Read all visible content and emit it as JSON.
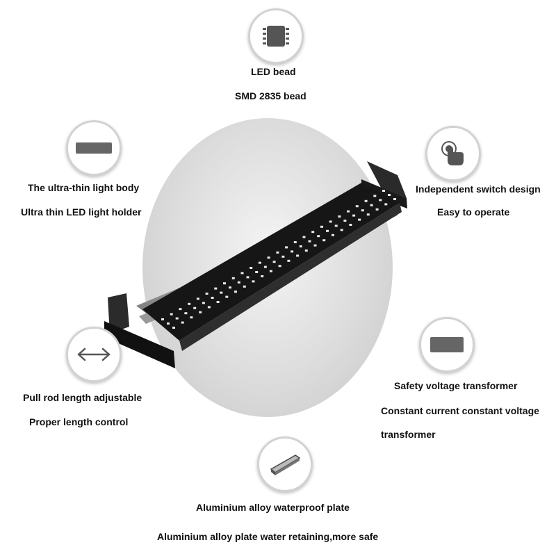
{
  "features": {
    "led_bead": {
      "title": "LED bead",
      "subtitle": "SMD 2835 bead",
      "icon": "led-chip-icon"
    },
    "light_body": {
      "title": "The ultra-thin light body",
      "subtitle": "Ultra thin LED light holder",
      "icon": "thin-bar-icon"
    },
    "switch": {
      "title": "Independent switch design",
      "subtitle": "Easy to operate",
      "icon": "finger-press-icon"
    },
    "pull_rod": {
      "title": "Pull rod length adjustable",
      "subtitle": "Proper length control",
      "icon": "double-arrow-icon"
    },
    "transformer": {
      "title": "Safety voltage transformer",
      "subtitle_line1": "Constant current constant voltage",
      "subtitle_line2": "transformer",
      "icon": "transformer-block-icon"
    },
    "plate": {
      "title": "Aluminium alloy waterproof plate",
      "subtitle": "Aluminium alloy plate water retaining,more safe",
      "icon": "aluminium-plate-icon"
    }
  }
}
